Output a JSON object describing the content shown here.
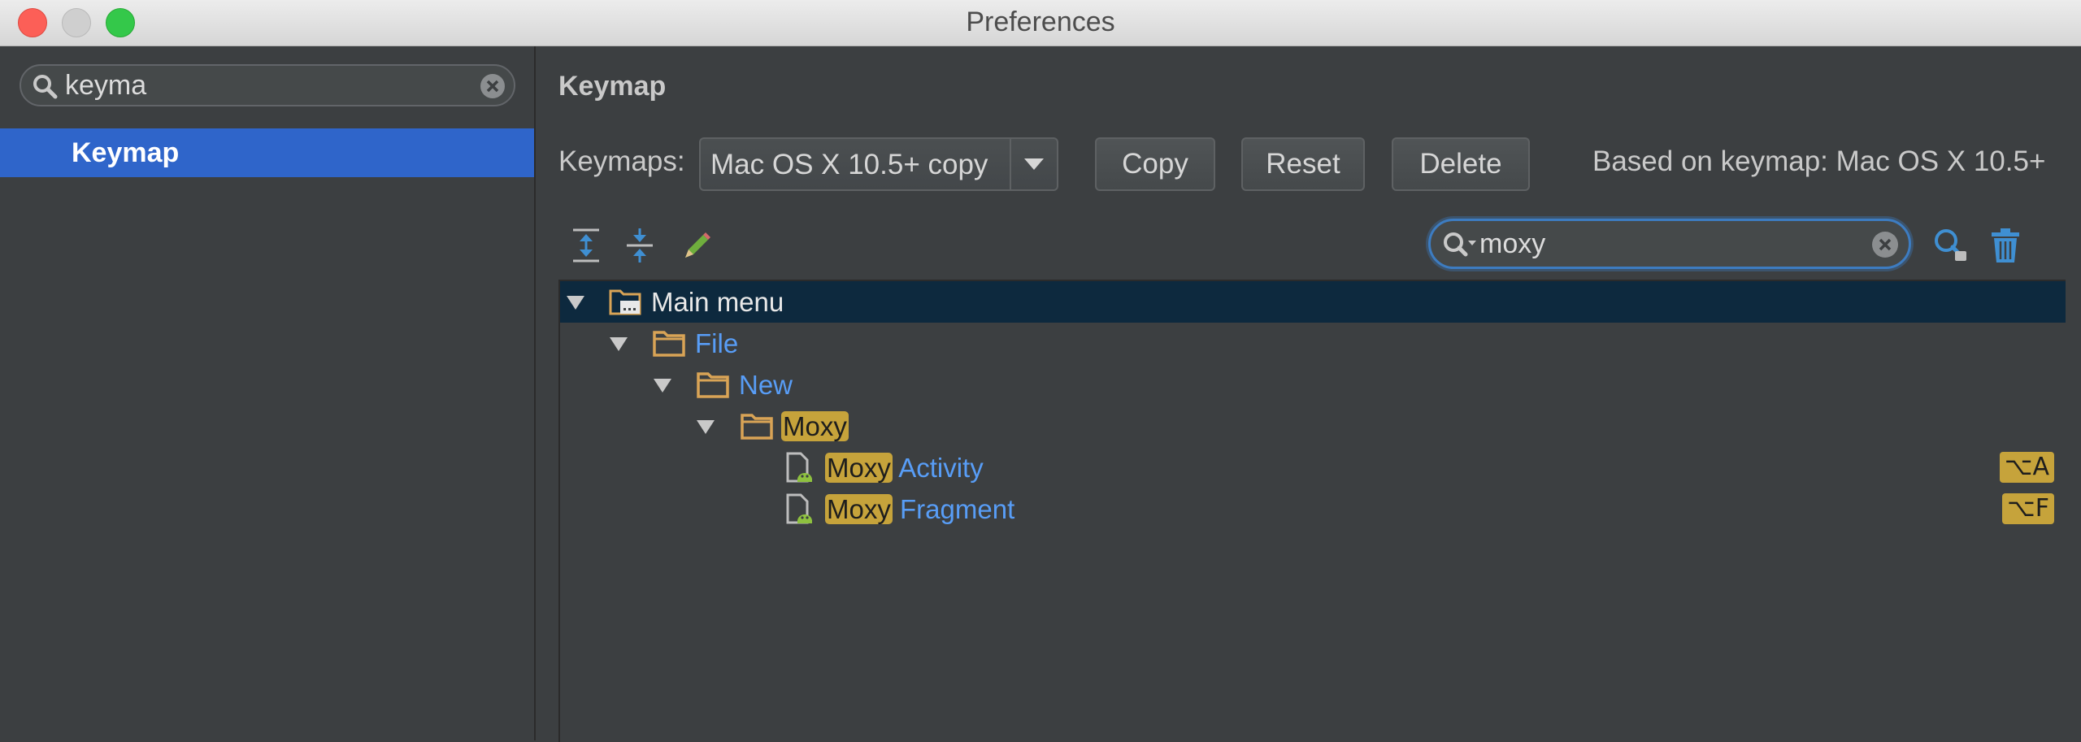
{
  "window": {
    "title": "Preferences"
  },
  "sidebar": {
    "search": {
      "value": "keyma"
    },
    "items": [
      {
        "label": "Keymap",
        "selected": true
      }
    ]
  },
  "main": {
    "heading": "Keymap",
    "keymaps_label": "Keymaps:",
    "keymap_selected": "Mac OS X 10.5+ copy",
    "buttons": {
      "copy": "Copy",
      "reset": "Reset",
      "delete": "Delete"
    },
    "based_on": "Based on keymap: Mac OS X 10.5+",
    "filter": {
      "value": "moxy"
    }
  },
  "tree": [
    {
      "label": "Main menu",
      "depth": 0,
      "expanded": true,
      "selected": true,
      "icon": "menu-folder-icon"
    },
    {
      "label": "File",
      "depth": 1,
      "expanded": true,
      "icon": "folder-icon"
    },
    {
      "label": "New",
      "depth": 2,
      "expanded": true,
      "icon": "folder-icon"
    },
    {
      "highlight": "Moxy",
      "label": "",
      "depth": 3,
      "expanded": true,
      "icon": "folder-icon"
    },
    {
      "highlight": "Moxy",
      "label": "Activity",
      "depth": 4,
      "icon": "android-file-icon",
      "shortcut": "⌥A"
    },
    {
      "highlight": "Moxy",
      "label": "Fragment",
      "depth": 4,
      "icon": "android-file-icon",
      "shortcut": "⌥F"
    }
  ],
  "colors": {
    "selection": "#2f65ca",
    "tree_selection": "#0d293e",
    "highlight": "#c6a33b",
    "link_blue": "#589df6",
    "focus_ring": "#3d7cc1"
  }
}
